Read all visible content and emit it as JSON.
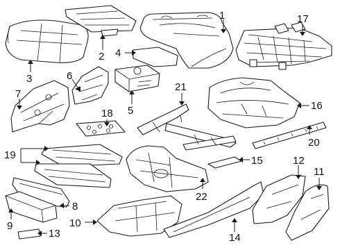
{
  "diagram": {
    "background_color": "#ffffff",
    "line_color": "#1a1a1a",
    "callouts": [
      {
        "id": "c1",
        "label": "1"
      },
      {
        "id": "c2",
        "label": "2"
      },
      {
        "id": "c3",
        "label": "3"
      },
      {
        "id": "c4",
        "label": "4"
      },
      {
        "id": "c5",
        "label": "5"
      },
      {
        "id": "c6",
        "label": "6"
      },
      {
        "id": "c7",
        "label": "7"
      },
      {
        "id": "c8",
        "label": "8"
      },
      {
        "id": "c9",
        "label": "9"
      },
      {
        "id": "c10",
        "label": "10"
      },
      {
        "id": "c11",
        "label": "11"
      },
      {
        "id": "c12",
        "label": "12"
      },
      {
        "id": "c13",
        "label": "13"
      },
      {
        "id": "c14",
        "label": "14"
      },
      {
        "id": "c15",
        "label": "15"
      },
      {
        "id": "c16",
        "label": "16"
      },
      {
        "id": "c17",
        "label": "17"
      },
      {
        "id": "c18",
        "label": "18"
      },
      {
        "id": "c19",
        "label": "19"
      },
      {
        "id": "c20",
        "label": "20"
      },
      {
        "id": "c21",
        "label": "21"
      },
      {
        "id": "c22",
        "label": "22"
      }
    ]
  }
}
